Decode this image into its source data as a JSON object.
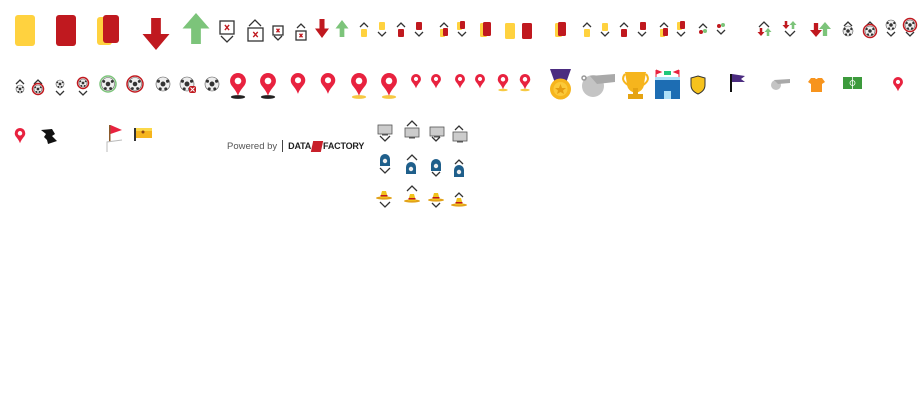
{
  "footer": {
    "powered_by": "Powered by",
    "brand_left": "DATA",
    "brand_right": "FACTORY"
  },
  "colors": {
    "yellow_card": "#ffd23f",
    "red_card": "#c0191f",
    "sub_in": "#7cc47a",
    "sub_out": "#c0191f",
    "pin": "#e8223f",
    "ball": "#333333"
  },
  "icons": [
    "yellow-card-icon",
    "red-card-icon",
    "second-yellow-card-icon",
    "substitution-out-icon",
    "substitution-in-icon",
    "var-check-icon",
    "ball-icon",
    "own-goal-icon",
    "location-pin-icon",
    "medal-icon",
    "whistle-icon",
    "trophy-icon",
    "stadium-icon",
    "shield-icon",
    "flag-icon",
    "shirt-icon",
    "pitch-icon",
    "corner-flag-icon",
    "offside-flag-icon",
    "tv-icon",
    "goalkeeper-icon",
    "sombrero-icon"
  ]
}
